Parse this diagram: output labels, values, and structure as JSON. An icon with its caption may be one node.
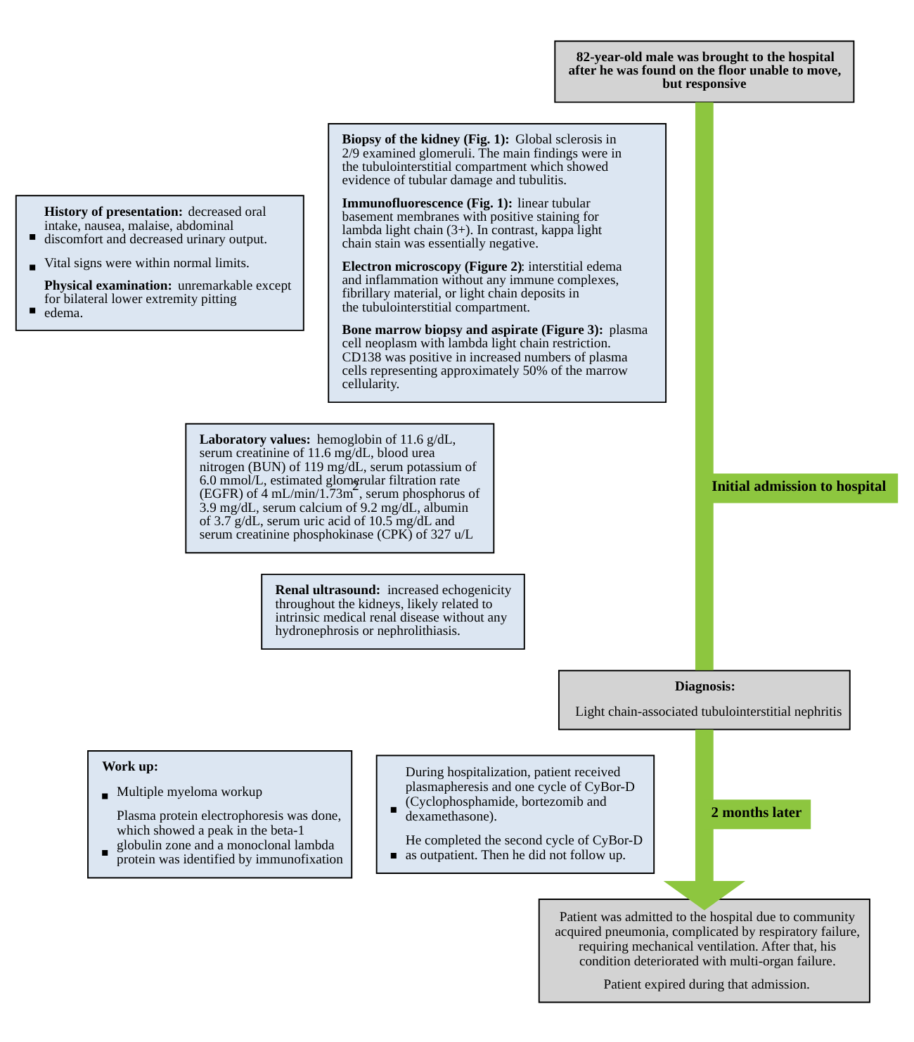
{
  "diagram": {
    "nodes": [
      {
        "text": [
          "82-year-old male was brought to the hospital after he was found on the floor unable to move, but responsive"
        ]
      },
      {
        "text": [
          "**History of presentation:** decreased oral intake, nausea, malaise, abdominal discomfort and decreased urinary output.",
          "Vital signs were within normal limits.",
          "**Physical examination:** unremarkable except for bilateral lower extremity pitting edema."
        ]
      },
      {
        "text": [
          "**Laboratory values:** hemoglobin of 11.6 g/dL, serum creatinine of 11.6 mg/dL, blood urea nitrogen (BUN) of 119 mg/dL, serum potassium of 6.0 mmol/L, estimated glomerular filtration rate (EGFR) of 4 mL/min/1.73m$^{2}$, serum phosphorus of 3.9 mg/dL, serum calcium of 9.2 mg/dL, albumin of 3.7 g/dL, serum uric acid of 10.5 mg/dL and serum creatinine phosphokinase (CPK) of 327 u/L"
        ]
      },
      {
        "text": [
          "**Renal ultrasound:** increased echogenicity throughout the kidneys, likely related to intrinsic medical renal disease without any hydronephrosis or nephrolithiasis."
        ]
      },
      {
        "text": [
          "**Biopsy of the kidney (Fig. 1):** Global sclerosis in 2/9 examined glomeruli. The main findings were in the tubulointerstitial compartment which showed evidence of tubular damage and tubulitis.",
          "**Immunofluorescence (Fig. 1):** linear tubular basement membranes with positive staining for lambda light chain (3+). In contrast, kappa light chain stain was essentially negative.",
          "**Electron microscopy (Figure 2)**: interstitial edema and inflammation without any immune complexes, fibrillary material, or light chain deposits in the tubulointerstitial compartment.",
          "**Bone marrow biopsy and aspirate (Figure 3):** plasma cell neoplasm with lambda light chain restriction. CD138 was positive in increased numbers of plasma cells representing approximately 50% of the marrow cellularity."
        ]
      },
      {
        "text": [
          "Diagnosis:",
          "Light chain-associated tubulointerstitial nephritis"
        ]
      },
      {
        "text": [
          "Work up:",
          "Multiple myeloma workup",
          "Plasma protein electrophoresis was done, which showed a peak in the beta-1 globulin zone and a monoclonal lambda protein was identified by immunofixation"
        ]
      },
      {
        "text": [
          "During hospitalization, patient received plasmapheresis and one cycle of CyBor-D (Cyclophosphamide, bortezomib and dexamethasone).",
          "He completed the second cycle of CyBor-D as outpatient. Then he did not follow up."
        ]
      },
      {
        "text": [
          "Patient was admitted to the hospital due to community acquired pneumonia, complicated by respiratory failure, requiring mechanical ventilation. After that, his condition deteriorated with multi-organ failure.",
          "Patient expired during that admission."
        ]
      }
    ],
    "edges": [
      {
        "from": 0,
        "to": 5,
        "arrow": "none",
        "label": "Initial admission to hospital",
        "color": "#8dc63f"
      },
      {
        "from": 5,
        "to": 8,
        "arrow": "to",
        "label": "2 months later",
        "color": "#8dc63f"
      }
    ]
  }
}
